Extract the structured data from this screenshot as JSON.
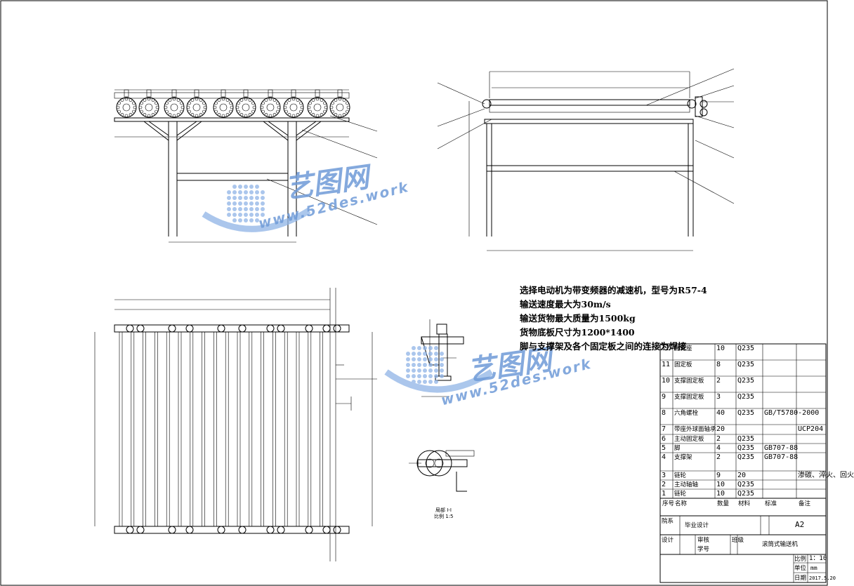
{
  "notes": [
    "选择电动机为带变频器的减速机，型号为R57-4",
    "输送速度最大为30m/s",
    "输送货物最大质量为1500kg",
    "货物底板尺寸为1200*1400",
    "脚与支撑架及各个固定板之间的连接为焊接"
  ],
  "bom": [
    {
      "no": "12",
      "name": "链轮座",
      "qty": "10",
      "material": "Q235",
      "std": "",
      "note": ""
    },
    {
      "no": "11",
      "name": "固定板",
      "qty": "8",
      "material": "Q235",
      "std": "",
      "note": ""
    },
    {
      "no": "10",
      "name": "支撑固定板",
      "qty": "2",
      "material": "Q235",
      "std": "",
      "note": ""
    },
    {
      "no": "9",
      "name": "支撑固定板",
      "qty": "3",
      "material": "Q235",
      "std": "",
      "note": ""
    },
    {
      "no": "8",
      "name": "六角螺栓",
      "qty": "40",
      "material": "Q235",
      "std": "GB/T5780-2000",
      "note": ""
    },
    {
      "no": "7",
      "name": "带座外球面轴承",
      "qty": "20",
      "material": "",
      "std": "",
      "note": "UCP204"
    },
    {
      "no": "6",
      "name": "主动固定板",
      "qty": "2",
      "material": "Q235",
      "std": "",
      "note": ""
    },
    {
      "no": "5",
      "name": "脚",
      "qty": "4",
      "material": "Q235",
      "std": "GB707-88",
      "note": ""
    },
    {
      "no": "4",
      "name": "支撑架",
      "qty": "2",
      "material": "Q235",
      "std": "GB707-88",
      "note": ""
    },
    {
      "no": "3",
      "name": "链轮",
      "qty": "9",
      "material": "20",
      "std": "",
      "note": "渗碳、淬火、回火"
    },
    {
      "no": "2",
      "name": "主动轴轴",
      "qty": "10",
      "material": "Q235",
      "std": "",
      "note": ""
    },
    {
      "no": "1",
      "name": "链轮",
      "qty": "10",
      "material": "Q235",
      "std": "",
      "note": ""
    }
  ],
  "bom_header": {
    "no": "序号",
    "name": "名称",
    "qty": "数量",
    "material": "材料",
    "std": "标准",
    "note": "备注"
  },
  "title": {
    "design_label": "毕业设计",
    "sheet_size": "A2",
    "drawing_name": "滚筒式输送机",
    "scale_label": "比例",
    "scale": "1：10",
    "unit_label": "单位",
    "unit": "mm",
    "date_label": "日期",
    "date": "2017.5.20",
    "role_design": "设计",
    "role_check": "审核",
    "role_class": "班级",
    "role_student": "学号",
    "role_school": "院系"
  },
  "section": {
    "label": "局部 I-I",
    "sub": "比例 1:5"
  },
  "watermark": {
    "brand": "艺图网",
    "url": "www.52des.work"
  }
}
